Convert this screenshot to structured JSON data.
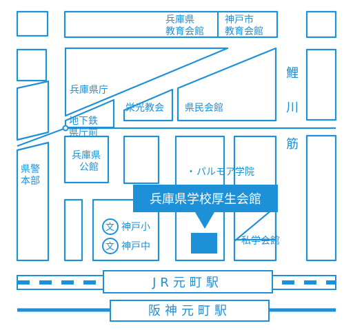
{
  "map": {
    "colors": {
      "line": "#1E90D8",
      "highlight": "#1E90D8",
      "target": "#1E90D8",
      "background": "#FFFFFF",
      "label_on_highlight": "#FFFFFF"
    },
    "labels": {
      "hyogo_edu": [
        "兵庫県",
        "教育会館"
      ],
      "kobe_edu": [
        "神戸市",
        "教育会館"
      ],
      "kenchou": "兵庫県庁",
      "eikou_church": "栄光教会",
      "kenmin_hall": "県民会館",
      "subway_line1": "地下鉄",
      "subway_line2": "県庁前",
      "kouryaku": [
        "兵庫県",
        "公館"
      ],
      "police": [
        "県警",
        "本部"
      ],
      "palmore": "パルモア学院",
      "kobe_elem": "神戸小",
      "kobe_jhs": "神戸中",
      "private_school_hall": "私学会館",
      "river": [
        "鯉",
        "川",
        "筋"
      ],
      "school_symbol": "文"
    },
    "target": {
      "name": "兵庫県学校厚生会館"
    },
    "stations": {
      "jr": "JR元町駅",
      "hanshin": "阪神元町駅"
    }
  }
}
